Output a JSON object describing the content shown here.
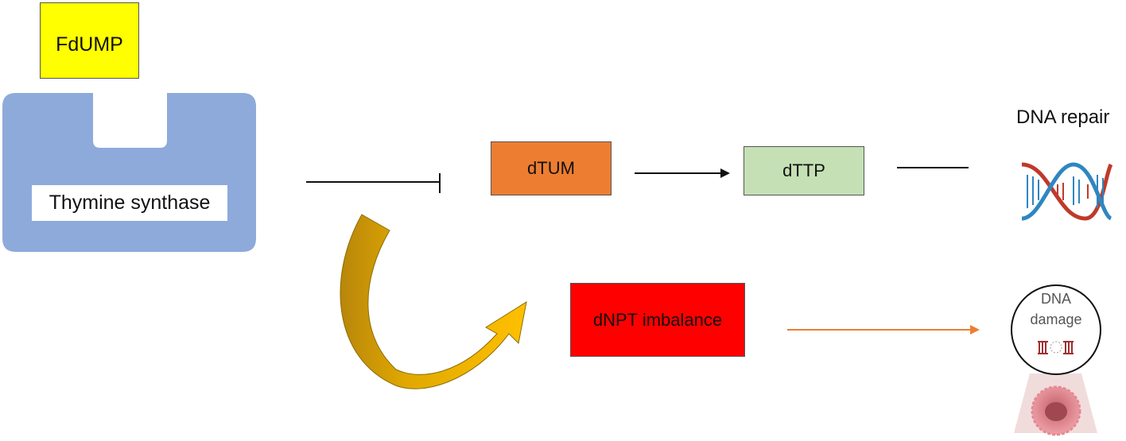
{
  "nodes": {
    "fdump": "FdUMP",
    "enzyme": "Thymine synthase",
    "dtum": "dTUM",
    "dttp": "dTTP",
    "dnpt": "dNPT imbalance",
    "dna_repair": "DNA repair",
    "dna_damage_line1": "DNA",
    "dna_damage_line2": "damage"
  },
  "colors": {
    "fdump": "#ffff00",
    "enzyme": "#8eaadb",
    "dtum": "#ed7d31",
    "dttp": "#c5e0b4",
    "dnpt": "#ff0000",
    "curved_arrow": "#ffc000",
    "damage_arrow": "#ed7d31"
  },
  "icons": {
    "dna_repair": "dna-double-helix-icon",
    "dna_damage": "dna-damage-cell-icon"
  }
}
